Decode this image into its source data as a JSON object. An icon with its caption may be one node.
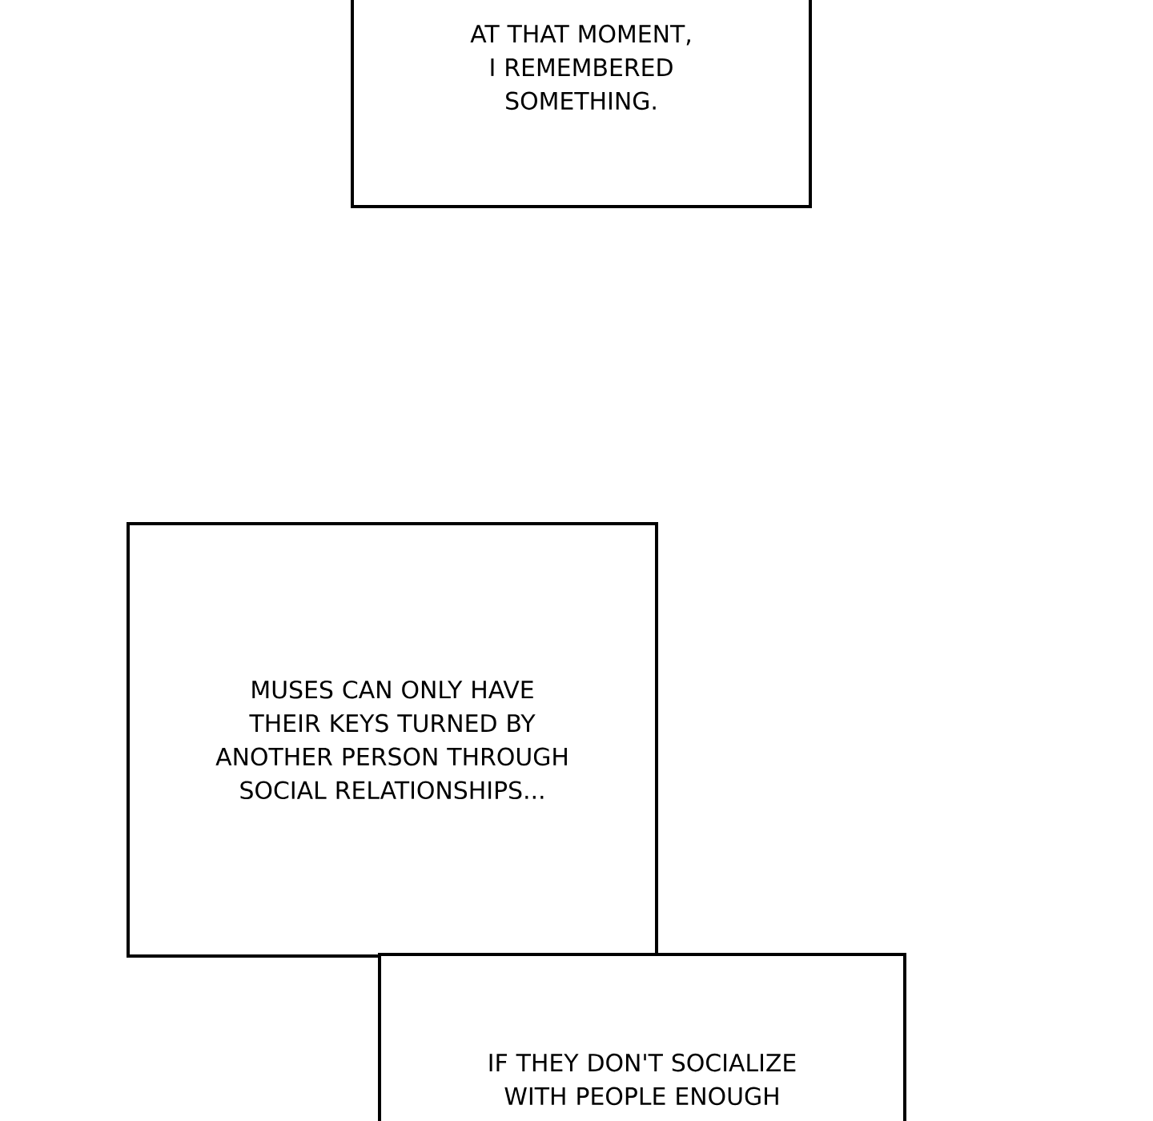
{
  "diagram": {
    "nodes": [
      {
        "text": [
          "AT THAT MOMENT, I REMEMBERED SOMETHING."
        ]
      },
      {
        "text": [
          "MUSES CAN ONLY HAVE THEIR KEYS TURNED BY ANOTHER PERSON THROUGH SOCIAL RELATIONSHIPS..."
        ]
      },
      {
        "text": [
          "IF THEY DON'T SOCIALIZE WITH PEOPLE ENOUGH"
        ]
      }
    ]
  }
}
